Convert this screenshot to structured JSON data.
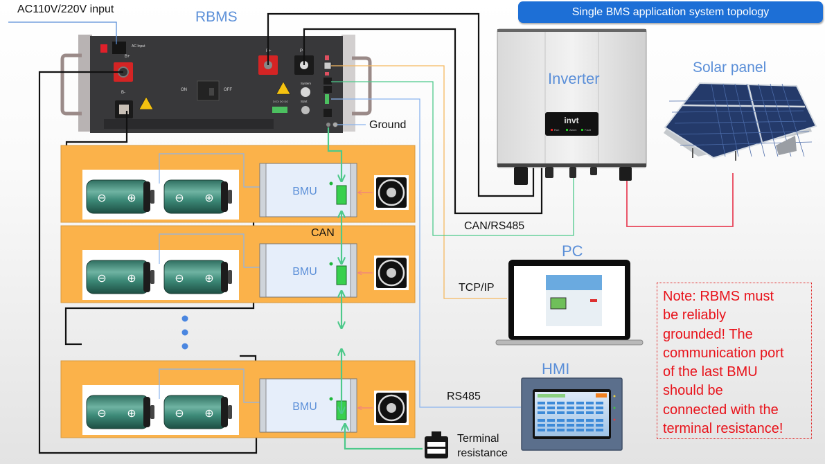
{
  "banner": {
    "title": "Single BMS application system topology",
    "color": "#1d6fd6"
  },
  "labels": {
    "ac_input": "AC110V/220V input",
    "rbms": "RBMS",
    "ground": "Ground",
    "inverter": "Inverter",
    "solar_panel": "Solar panel",
    "can": "CAN",
    "can_rs485": "CAN/RS485",
    "pc": "PC",
    "tcp_ip": "TCP/IP",
    "hmi": "HMI",
    "rs485": "RS485",
    "terminal_line1": "Terminal",
    "terminal_line2": "resistance"
  },
  "rbms_panel": {
    "ac_input_label": "AC Input",
    "b_plus": "B+",
    "b_minus": "B-",
    "p_plus": "P+",
    "p_minus": "P-",
    "switch_on": "ON",
    "switch_off": "OFF",
    "system_label": "System",
    "start_label": "Start",
    "dio_label": "DI DI DO DO"
  },
  "inverter": {
    "brand": "invt",
    "leds": [
      {
        "label": "Run",
        "color": "#e02020"
      },
      {
        "label": "Alarm",
        "color": "#22c422"
      },
      {
        "label": "Fault",
        "color": "#22c422"
      }
    ]
  },
  "battery_modules": [
    {
      "bmu_label": "BMU",
      "cells": [
        {
          "neg": "⊖",
          "pos": "⊕"
        },
        {
          "neg": "⊖",
          "pos": "⊕"
        }
      ]
    },
    {
      "bmu_label": "BMU",
      "cells": [
        {
          "neg": "⊖",
          "pos": "⊕"
        },
        {
          "neg": "⊖",
          "pos": "⊕"
        }
      ]
    },
    {
      "bmu_label": "BMU",
      "cells": [
        {
          "neg": "⊖",
          "pos": "⊕"
        },
        {
          "neg": "⊖",
          "pos": "⊕"
        }
      ]
    }
  ],
  "note": {
    "lines": [
      "Note: RBMS must",
      "be reliably",
      "grounded! The",
      "communication port",
      "of the last BMU",
      "should be",
      "connected with the",
      "terminal resistance!"
    ],
    "color": "#e8121a"
  },
  "colors": {
    "module_bg": "#fbb24a",
    "power_wire": "#111111",
    "can_wire": "#4cc98a",
    "tcp_wire": "#f5b860",
    "rs485_wire": "#8ab4ee",
    "pv_wire": "#e8455a",
    "label_blue": "#5b8fd8"
  }
}
